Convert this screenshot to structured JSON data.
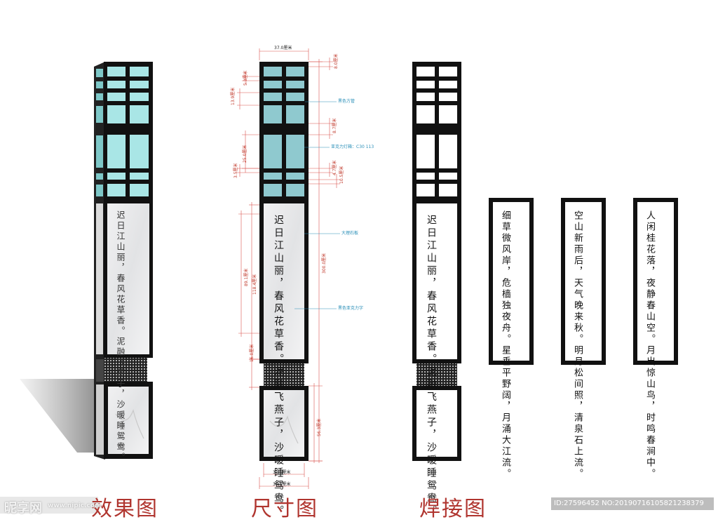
{
  "captions": {
    "render": "效果图",
    "dimension": "尺寸图",
    "welding": "焊接图"
  },
  "poem_main": {
    "col1": "迟日江山丽，春风花草香。",
    "col2": "泥融飞燕子，沙暖睡鸳鸯。"
  },
  "poem_2": {
    "col1": "细草微风岸，危樯独夜舟。",
    "col2": "星垂平野阔，月涌大江流。"
  },
  "poem_3": {
    "col1": "空山新雨后，天气晚来秋。",
    "col2": "明月松间照，清泉石上流。"
  },
  "poem_4": {
    "col1": "人闲桂花落，夜静春山空。",
    "col2": "月出惊山鸟，时鸣春涧中。"
  },
  "dimensions": {
    "top_width": "37.0厘米",
    "d_8": "8.0厘米",
    "d_53": "5.3厘米",
    "d_139": "13.9厘米",
    "d_87": "8.7厘米",
    "d_250": "25.0厘米",
    "d_35": "3.5厘米",
    "d_47": "4.7厘米",
    "d_105": "10.5厘米",
    "d_891": "89.1厘米",
    "d_1184": "118.4厘米",
    "d_3000": "300.0厘米",
    "d_160": "16.0厘米",
    "d_563": "56.3厘米",
    "bottom_311": "31.1厘米",
    "bottom_301": "30.1厘米"
  },
  "notes": {
    "steel": "黑色方管",
    "acrylic": "亚克力灯箱：C30 113",
    "marble": "大理石板",
    "black_acrylic": "黑色亚克力字"
  },
  "watermark": {
    "logo": "昵享网",
    "url": "www.nipic.com",
    "id": "ID:27596452 NO:20190716105821238379"
  },
  "colors": {
    "frame": "#111111",
    "glass": "#8fd0d6",
    "glass_render": "#a9e6e6",
    "marble": "#e8e9ea",
    "caption": "#b0352f",
    "dim_line": "#d9534f",
    "note": "#2a8fb8"
  }
}
